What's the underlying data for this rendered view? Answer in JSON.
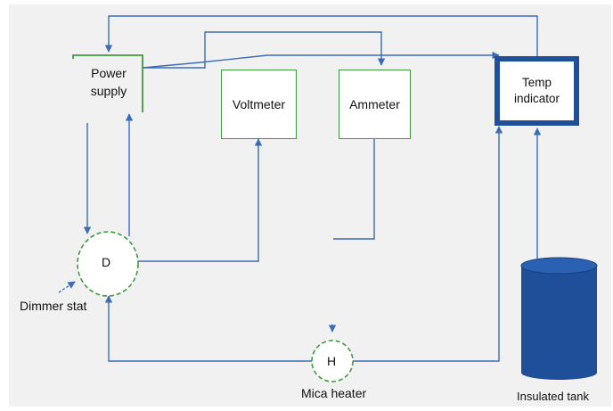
{
  "components": {
    "power_supply": {
      "line1": "Power",
      "line2": "supply"
    },
    "voltmeter": "Voltmeter",
    "ammeter": "Ammeter",
    "temp_indicator": {
      "line1": "Temp",
      "line2": "indicator"
    },
    "dimmer": {
      "symbol": "D",
      "label": "Dimmer stat"
    },
    "heater": {
      "symbol": "H",
      "label": "Mica heater"
    },
    "tank": {
      "label": "Insulated tank"
    }
  },
  "colors": {
    "wire": "#3a6db5",
    "component_border": "#3f9a3f",
    "temp_border": "#1f4f99",
    "tank_fill": "#1f4f99",
    "tank_top": "#2b61b3",
    "background": "#f1f1f1"
  }
}
